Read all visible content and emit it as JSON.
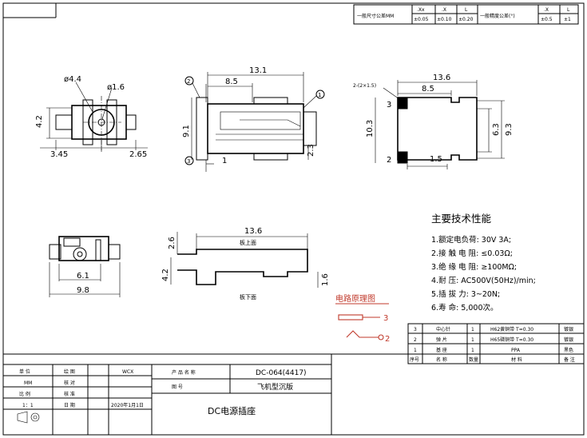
{
  "tolerance": {
    "dim_label": "一般尺寸公差MM",
    "dim_headers": [
      ".Xx",
      ".X",
      "L"
    ],
    "dim_values": [
      "±0.05",
      "±0.10",
      "±0.20"
    ],
    "ang_label": "一般精度公差(°)",
    "ang_headers": [
      ".X",
      "L"
    ],
    "ang_values": [
      "±0.5",
      "±1"
    ]
  },
  "view1": {
    "d1": "ø4.4",
    "d2": "ø1.6",
    "h": "4.2",
    "left": "3.45",
    "right": "2.65"
  },
  "view2": {
    "total": "13.1",
    "inner": "8.5",
    "h": "9.1",
    "w": "1",
    "h2": "2.3",
    "c1": "1",
    "c2": "2",
    "c3": "3"
  },
  "view3": {
    "note": "2-(2×1.5)",
    "total": "13.6",
    "inner": "8.5",
    "h": "10.3",
    "h1": "6.3",
    "h2": "9.3",
    "w": "1.5",
    "p3": "3",
    "p2": "2"
  },
  "view4": {
    "w": "6.1",
    "total": "9.8"
  },
  "view5": {
    "total": "13.6",
    "top_label": "板上面",
    "bottom_label": "板下面",
    "h1": "2.6",
    "h2": "4.2",
    "h3": "1.6"
  },
  "circuit": {
    "title": "电路原理图",
    "p3": "3",
    "p2": "2"
  },
  "specs": {
    "title": "主要技术性能",
    "items": [
      "1.额定电负荷:   30V    3A;",
      "2.接 触 电 阻: ≤0.03Ω;",
      "3.绝 缘 电 阻: ≥100MΩ;",
      "4.耐          压: AC500V(50Hz)/min;",
      "5.插    拔    力: 3~20N;",
      "6.寿          命: 5,000次。"
    ]
  },
  "bom": {
    "rows": [
      {
        "no": "3",
        "name": "中心针",
        "qty": "1",
        "material": "H62黄铜带 T=0.30",
        "remark": "镀银"
      },
      {
        "no": "2",
        "name": "弹 片",
        "qty": "1",
        "material": "H65磷铜带 T=0.30",
        "remark": "镀银"
      },
      {
        "no": "1",
        "name": "基 座",
        "qty": "1",
        "material": "PPA",
        "remark": "黑色"
      }
    ],
    "headers": {
      "no": "序号",
      "name": "名 称",
      "qty": "数量",
      "material": "材 料",
      "remark": "备 注"
    }
  },
  "titleblock": {
    "unit_label": "单 位",
    "unit_value": "MM",
    "scale_label": "比 例",
    "scale_value": "1：1",
    "draw_label": "绘 图",
    "draw_value": "WCX",
    "check_label": "核 对",
    "approve_label": "核 准",
    "date_label": "日 期",
    "date_value": "2020年1月1日",
    "product_label": "产 品 名 称",
    "product_value": "DC-064(4417)",
    "drawing_label": "图 号",
    "drawing_value": "飞机型沉版",
    "part_name": "DC电源插座"
  }
}
